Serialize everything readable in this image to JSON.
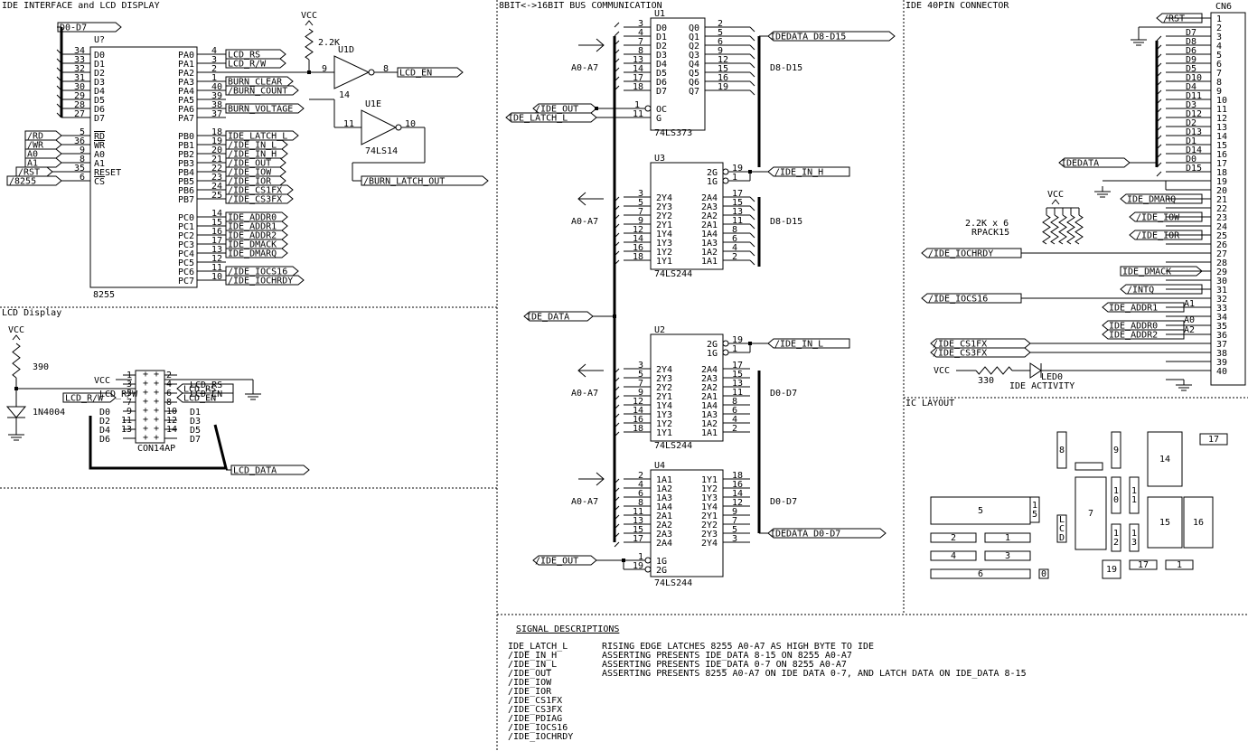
{
  "sections": {
    "ide_interface": "IDE INTERFACE and LCD DISPLAY",
    "lcd_display": "LCD Display",
    "bus_comm": "8BIT<->16BIT BUS COMMUNICATION",
    "ide_connector": "IDE 40PIN CONNECTOR",
    "ic_layout": "IC LAYOUT",
    "signal_desc": "SIGNAL DESCRIPTIONS"
  },
  "u8255": {
    "ref": "U?",
    "part": "8255",
    "left_pins": [
      {
        "n": "34",
        "name": "D0"
      },
      {
        "n": "33",
        "name": "D1"
      },
      {
        "n": "32",
        "name": "D2"
      },
      {
        "n": "31",
        "name": "D3"
      },
      {
        "n": "30",
        "name": "D4"
      },
      {
        "n": "29",
        "name": "D5"
      },
      {
        "n": "28",
        "name": "D6"
      },
      {
        "n": "27",
        "name": "D7"
      },
      {
        "n": "5",
        "name": "RD"
      },
      {
        "n": "36",
        "name": "WR"
      },
      {
        "n": "9",
        "name": "A0"
      },
      {
        "n": "8",
        "name": "A1"
      },
      {
        "n": "35",
        "name": "RESET"
      },
      {
        "n": "6",
        "name": "CS"
      }
    ],
    "left_signals": [
      "/RD",
      "/WR",
      "A0",
      "A1",
      "/RST",
      "/8255"
    ],
    "data_bus": "D0-D7",
    "pa_pins": [
      {
        "n": "4",
        "name": "PA0",
        "sig": "LCD_RS"
      },
      {
        "n": "3",
        "name": "PA1",
        "sig": "LCD_R/W"
      },
      {
        "n": "2",
        "name": "PA2",
        "sig": ""
      },
      {
        "n": "1",
        "name": "PA3",
        "sig": "BURN_CLEAR"
      },
      {
        "n": "40",
        "name": "PA4",
        "sig": "/BURN_COUNT"
      },
      {
        "n": "39",
        "name": "PA5",
        "sig": ""
      },
      {
        "n": "38",
        "name": "PA6",
        "sig": "BURN_VOLTAGE"
      },
      {
        "n": "37",
        "name": "PA7",
        "sig": ""
      }
    ],
    "pb_pins": [
      {
        "n": "18",
        "name": "PB0",
        "sig": "IDE_LATCH_L"
      },
      {
        "n": "19",
        "name": "PB1",
        "sig": "/IDE_IN_L"
      },
      {
        "n": "20",
        "name": "PB2",
        "sig": "/IDE_IN_H"
      },
      {
        "n": "21",
        "name": "PB3",
        "sig": "/IDE_OUT"
      },
      {
        "n": "22",
        "name": "PB4",
        "sig": "/IDE_IOW"
      },
      {
        "n": "23",
        "name": "PB5",
        "sig": "/IDE_IOR"
      },
      {
        "n": "24",
        "name": "PB6",
        "sig": "/IDE_CS1FX"
      },
      {
        "n": "25",
        "name": "PB7",
        "sig": "/IDE_CS3FX"
      }
    ],
    "pc_pins": [
      {
        "n": "14",
        "name": "PC0",
        "sig": "IDE_ADDR0"
      },
      {
        "n": "15",
        "name": "PC1",
        "sig": "IDE_ADDR1"
      },
      {
        "n": "16",
        "name": "PC2",
        "sig": "IDE_ADDR2"
      },
      {
        "n": "17",
        "name": "PC3",
        "sig": "IDE_DMACK"
      },
      {
        "n": "13",
        "name": "PC4",
        "sig": "IDE_DMARQ"
      },
      {
        "n": "12",
        "name": "PC5",
        "sig": ""
      },
      {
        "n": "11",
        "name": "PC6",
        "sig": "/IDE_IOCS16"
      },
      {
        "n": "10",
        "name": "PC7",
        "sig": "/IDE_IOCHRDY"
      }
    ]
  },
  "inverters": {
    "vcc": "VCC",
    "res": "2.2K",
    "u1d": "U1D",
    "u1d_in": "9",
    "u1d_out": "8",
    "u1d_pwr": "14",
    "u1d_sig": "LCD_EN",
    "u1e": "U1E",
    "u1e_in": "11",
    "u1e_out": "10",
    "u1e_part": "74LS14",
    "u1e_sig": "/BURN_LATCH_OUT"
  },
  "lcd": {
    "vcc": "VCC",
    "res": "390",
    "diode": "1N4004",
    "part": "CON14AP",
    "vcc_pin": "VCC",
    "bus": "LCD_DATA",
    "left": [
      [
        "",
        "1"
      ],
      [
        "",
        "3"
      ],
      [
        "LCD_R/W",
        "5"
      ],
      [
        "",
        "7"
      ],
      [
        "D0",
        "9"
      ],
      [
        "D2",
        "11"
      ],
      [
        "D4",
        "13"
      ],
      [
        "D6",
        ""
      ]
    ],
    "right": [
      [
        "2",
        ""
      ],
      [
        "4",
        "LCD_RS"
      ],
      [
        "6",
        "LCD_EN"
      ],
      [
        "8",
        ""
      ],
      [
        "10",
        "D1"
      ],
      [
        "12",
        "D3"
      ],
      [
        "14",
        "D5"
      ],
      [
        "",
        "D7"
      ]
    ]
  },
  "u1chip": {
    "ref": "U1",
    "part": "74LS373",
    "lp": [
      [
        "3",
        "D0"
      ],
      [
        "4",
        "D1"
      ],
      [
        "7",
        "D2"
      ],
      [
        "8",
        "D3"
      ],
      [
        "13",
        "D4"
      ],
      [
        "14",
        "D5"
      ],
      [
        "17",
        "D6"
      ],
      [
        "18",
        "D7"
      ]
    ],
    "rp": [
      [
        "Q0",
        "2"
      ],
      [
        "Q1",
        "5"
      ],
      [
        "Q2",
        "6"
      ],
      [
        "Q3",
        "9"
      ],
      [
        "Q4",
        "12"
      ],
      [
        "Q5",
        "15"
      ],
      [
        "Q6",
        "16"
      ],
      [
        "Q7",
        "19"
      ]
    ],
    "oc": [
      "1",
      "OC"
    ],
    "g": [
      "11",
      "G"
    ],
    "sig_oe": "/IDE_OUT",
    "sig_g": "IDE_LATCH_L",
    "bus_out": "IDEDATA D8-D15",
    "lbl_left": "A0-A7",
    "lbl_right": "D8-D15"
  },
  "u3chip": {
    "ref": "U3",
    "part": "74LS244",
    "g": [
      [
        "2G",
        "19"
      ],
      [
        "1G",
        "1"
      ]
    ],
    "sig": "/IDE_IN_H",
    "lp": [
      [
        "3",
        "2Y4"
      ],
      [
        "5",
        "2Y3"
      ],
      [
        "7",
        "2Y2"
      ],
      [
        "9",
        "2Y1"
      ],
      [
        "12",
        "1Y4"
      ],
      [
        "14",
        "1Y3"
      ],
      [
        "16",
        "1Y2"
      ],
      [
        "18",
        "1Y1"
      ]
    ],
    "rp": [
      [
        "2A4",
        "17"
      ],
      [
        "2A3",
        "15"
      ],
      [
        "2A2",
        "13"
      ],
      [
        "2A1",
        "11"
      ],
      [
        "1A4",
        "8"
      ],
      [
        "1A3",
        "6"
      ],
      [
        "1A2",
        "4"
      ],
      [
        "1A1",
        "2"
      ]
    ],
    "lbl_left": "A0-A7",
    "lbl_right": "D8-D15"
  },
  "u2chip": {
    "ref": "U2",
    "part": "74LS244",
    "g": [
      [
        "2G",
        "19"
      ],
      [
        "1G",
        "1"
      ]
    ],
    "sig": "/IDE_IN_L",
    "lp": [
      [
        "3",
        "2Y4"
      ],
      [
        "5",
        "2Y3"
      ],
      [
        "7",
        "2Y2"
      ],
      [
        "9",
        "2Y1"
      ],
      [
        "12",
        "1Y4"
      ],
      [
        "14",
        "1Y3"
      ],
      [
        "16",
        "1Y2"
      ],
      [
        "18",
        "1Y1"
      ]
    ],
    "rp": [
      [
        "2A4",
        "17"
      ],
      [
        "2A3",
        "15"
      ],
      [
        "2A2",
        "13"
      ],
      [
        "2A1",
        "11"
      ],
      [
        "1A4",
        "8"
      ],
      [
        "1A3",
        "6"
      ],
      [
        "1A2",
        "4"
      ],
      [
        "1A1",
        "2"
      ]
    ],
    "lbl_left": "A0-A7",
    "lbl_right": "D0-D7"
  },
  "u4chip": {
    "ref": "U4",
    "part": "74LS244",
    "lp": [
      [
        "2",
        "1A1"
      ],
      [
        "4",
        "1A2"
      ],
      [
        "6",
        "1A3"
      ],
      [
        "8",
        "1A4"
      ],
      [
        "11",
        "2A1"
      ],
      [
        "13",
        "2A2"
      ],
      [
        "15",
        "2A3"
      ],
      [
        "17",
        "2A4"
      ]
    ],
    "rp": [
      [
        "1Y1",
        "18"
      ],
      [
        "1Y2",
        "16"
      ],
      [
        "1Y3",
        "14"
      ],
      [
        "1Y4",
        "12"
      ],
      [
        "2Y1",
        "9"
      ],
      [
        "2Y2",
        "7"
      ],
      [
        "2Y3",
        "5"
      ],
      [
        "2Y4",
        "3"
      ]
    ],
    "g": [
      [
        "1",
        "1G"
      ],
      [
        "19",
        "2G"
      ]
    ],
    "sig": "/IDE_OUT",
    "bus_out": "IDEDATA D0-D7",
    "lbl_left": "A0-A7",
    "lbl_right": "D0-D7"
  },
  "ide_data_bus": "IDE_DATA",
  "cn6": {
    "ref": "CN6",
    "pins": [
      "1",
      "2",
      "3",
      "4",
      "5",
      "6",
      "7",
      "8",
      "9",
      "10",
      "11",
      "12",
      "13",
      "14",
      "15",
      "16",
      "17",
      "18",
      "19",
      "20",
      "21",
      "22",
      "23",
      "24",
      "25",
      "26",
      "27",
      "28",
      "29",
      "30",
      "31",
      "32",
      "33",
      "34",
      "35",
      "36",
      "37",
      "38",
      "39",
      "40"
    ],
    "data_labels": [
      "D7",
      "D8",
      "D6",
      "D9",
      "D5",
      "D10",
      "D4",
      "D11",
      "D3",
      "D12",
      "D2",
      "D13",
      "D1",
      "D14",
      "D0",
      "D15"
    ],
    "rst": "/RST",
    "bus": "IDEDATA",
    "dmarq": "IDE_DMARQ",
    "iow": "/IDE_IOW",
    "ior": "/IDE_IOR",
    "iochrdy": "/IDE_IOCHRDY",
    "dmack": "IDE_DMACK",
    "intq": "/INTQ",
    "iocs16": "/IDE_IOCS16",
    "addr1": "IDE_ADDR1",
    "a1": "A1",
    "a0": "A0",
    "addr0": "IDE_ADDR0",
    "a2": "A2",
    "addr2": "IDE_ADDR2",
    "cs1fx": "/IDE_CS1FX",
    "cs3fx": "/IDE_CS3FX",
    "vcc": "VCC",
    "rpack_val": "2.2K x 6",
    "rpack": "RPACK15",
    "led_vcc": "VCC",
    "led_res": "330",
    "led": "LED0",
    "led_lbl": "IDE ACTIVITY"
  },
  "ic_layout": [
    {
      "id": "8",
      "v": true
    },
    {
      "id": "9",
      "v": true
    },
    {
      "id": "14",
      "v": false
    },
    {
      "id": "17",
      "v": false
    },
    {
      "id": "7",
      "v": false
    },
    {
      "id": "10",
      "v": true
    },
    {
      "id": "11",
      "v": true
    },
    {
      "id": "5",
      "v": false
    },
    {
      "id": "15",
      "v": true
    },
    {
      "id": "LCD",
      "v": true
    },
    {
      "id": "15",
      "v": false
    },
    {
      "id": "16",
      "v": false
    },
    {
      "id": "2",
      "v": false
    },
    {
      "id": "1",
      "v": false
    },
    {
      "id": "12",
      "v": true
    },
    {
      "id": "13",
      "v": true
    },
    {
      "id": "4",
      "v": false
    },
    {
      "id": "3",
      "v": false
    },
    {
      "id": "19",
      "v": false
    },
    {
      "id": "17",
      "v": false
    },
    {
      "id": "1",
      "v": false
    },
    {
      "id": "6",
      "v": false
    },
    {
      "id": "0",
      "v": false
    }
  ],
  "signals": [
    {
      "name": "IDE_LATCH_L",
      "desc": "RISING EDGE LATCHES 8255 A0-A7 AS HIGH BYTE TO IDE"
    },
    {
      "name": "/IDE_IN_H",
      "desc": "ASSERTING PRESENTS IDE_DATA 8-15 ON 8255 A0-A7"
    },
    {
      "name": "/IDE_IN_L",
      "desc": "ASSERTING PRESENTS IDE_DATA 0-7 ON 8255 A0-A7"
    },
    {
      "name": "/IDE_OUT",
      "desc": "ASSERTING PRESENTS 8255 A0-A7 ON IDE DATA 0-7, AND LATCH DATA ON IDE_DATA 8-15"
    },
    {
      "name": "/IDE_IOW",
      "desc": ""
    },
    {
      "name": "/IDE_IOR",
      "desc": ""
    },
    {
      "name": "/IDE_CS1FX",
      "desc": ""
    },
    {
      "name": "/IDE_CS3FX",
      "desc": ""
    },
    {
      "name": "/IDE_PDIAG",
      "desc": ""
    },
    {
      "name": "/IDE_IOCS16",
      "desc": ""
    },
    {
      "name": "/IDE_IOCHRDY",
      "desc": ""
    }
  ]
}
